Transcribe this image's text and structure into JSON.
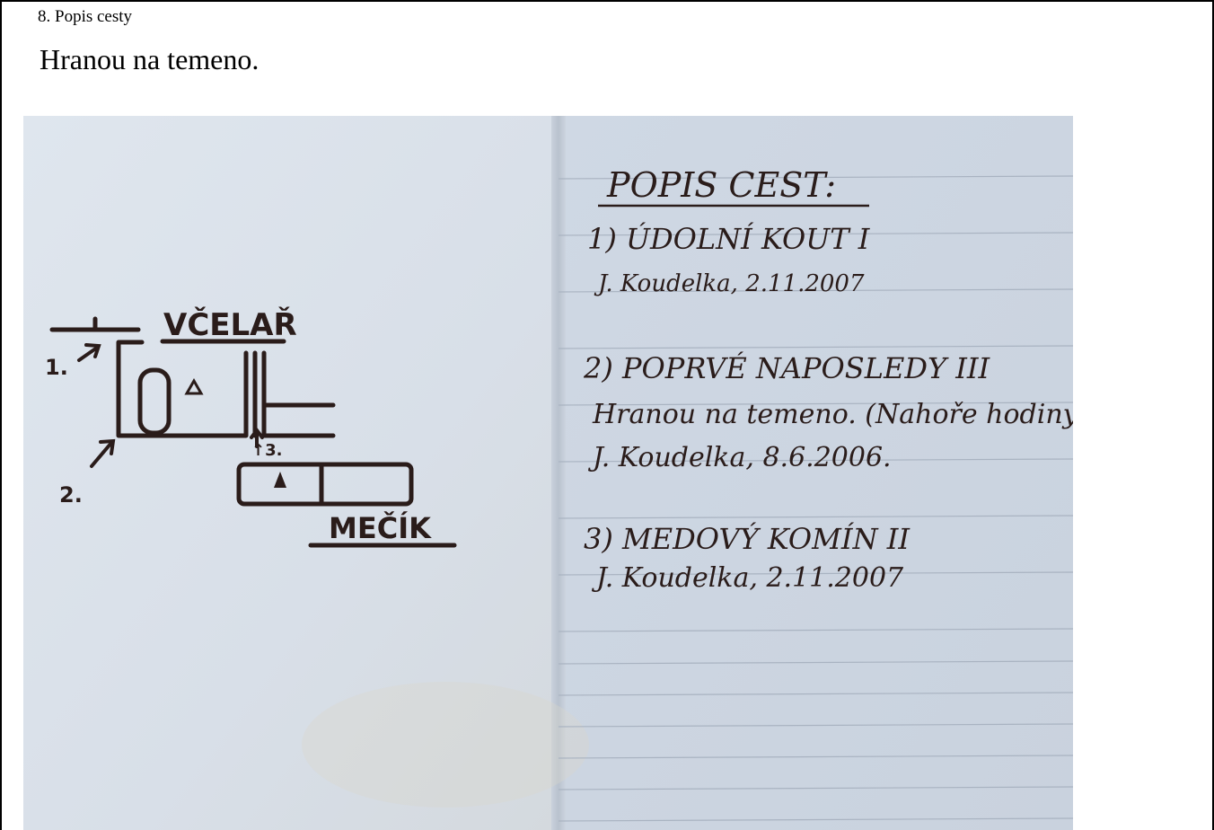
{
  "header": {
    "section_heading": "8. Popis cesty",
    "route_text": "Hranou na temeno."
  },
  "photo": {
    "left_page": {
      "label_top": "VČELAŘ",
      "label_bottom": "MEČÍK",
      "marker_1": "1.",
      "marker_2": "2.",
      "marker_3": "↑3."
    },
    "right_page": {
      "title": "POPIS CEST:",
      "route1_title": "1) ÚDOLNÍ KOUT  I",
      "route1_author": "J. Koudelka, 2.11.2007",
      "route2_title": "2) POPRVÉ NAPOSLEDY  III",
      "route2_desc": "Hranou na temeno. (Nahoře hodiny)",
      "route2_author": "J. Koudelka, 8.6.2006.",
      "route3_title": "3) MEDOVÝ KOMÍN  II",
      "route3_author": "J. Koudelka, 2.11.2007"
    }
  },
  "colors": {
    "ink": "#2a1c1a",
    "paper_left": "#dde4ec",
    "paper_right": "#cdd6e2",
    "ruled_line": "#a9b3c1"
  }
}
